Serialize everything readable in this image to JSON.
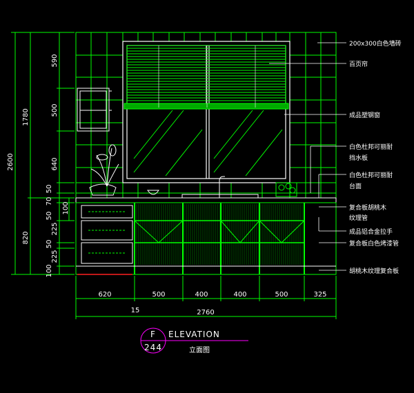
{
  "drawing": {
    "title": "ELEVATION",
    "subtitle": "立面图",
    "tag_letter": "F",
    "tag_number": "244"
  },
  "dimensions": {
    "left_outer": [
      "2600"
    ],
    "left_mid": [
      "1780",
      "820"
    ],
    "left_inner": [
      "590",
      "500",
      "640",
      "50",
      "70",
      "50",
      "225",
      "50",
      "225",
      "100"
    ],
    "left_small": [
      "100"
    ],
    "bottom_segments": [
      "620",
      "500",
      "400",
      "400",
      "500",
      "325"
    ],
    "bottom_offset": "15",
    "bottom_total": "2760"
  },
  "annotations": [
    "200x300白色墙砖",
    "百页帘",
    "成品塑钢窗",
    "白色杜邦可丽耐",
    "挡水板",
    "白色杜邦可丽耐",
    "台面",
    "复合板胡桃木",
    "纹理管",
    "成品铝合金拉手",
    "复合板白色烤漆管",
    "胡桃木纹理复合板"
  ],
  "colors": {
    "background": "#000000",
    "lines": "#00ff00",
    "dims": "#ffffff",
    "accent": "#ff00ff",
    "frame": "#ffffff"
  }
}
